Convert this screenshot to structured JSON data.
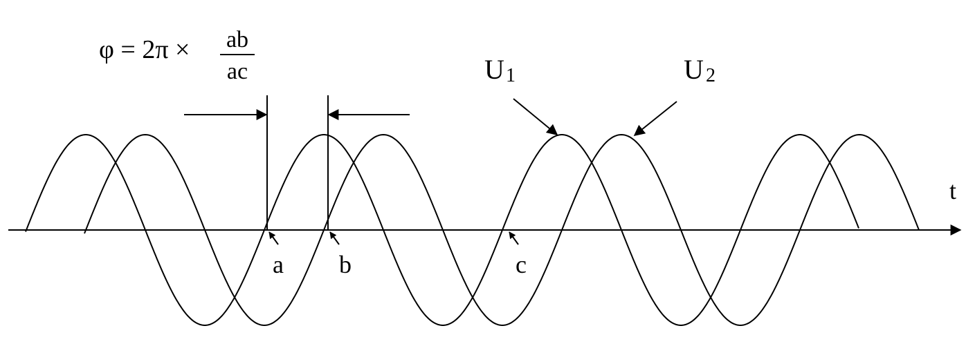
{
  "formula": {
    "lhs": "φ = 2π ×",
    "numerator": "ab",
    "denominator": "ac"
  },
  "waves": [
    {
      "label_main": "U",
      "label_sub": "1"
    },
    {
      "label_main": "U",
      "label_sub": "2"
    }
  ],
  "axis": {
    "label": "t"
  },
  "points": [
    {
      "label": "a"
    },
    {
      "label": "b"
    },
    {
      "label": "c"
    }
  ]
}
